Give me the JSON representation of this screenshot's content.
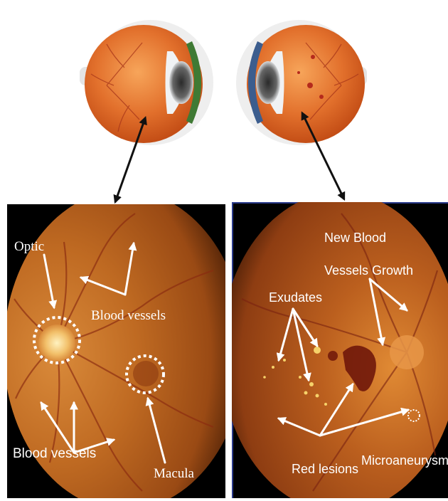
{
  "labels": {
    "optic": "Optic",
    "blood_vessels_top": "Blood vessels",
    "blood_vessels_bottom": "Blood vessels",
    "macula": "Macula",
    "new_blood_line1": "New Blood",
    "new_blood_line2": "Vessels Growth",
    "exudates": "Exudates",
    "red_lesions": "Red lesions",
    "microaneurysms": "Microaneurysms"
  },
  "colors": {
    "fundus_normal": "#c06a1e",
    "fundus_diseased": "#b8561a",
    "eyeball": "#e2702c",
    "iris_left": "#3f7a34",
    "iris_right": "#3c5d8e",
    "panel_border_right": "#2b3b8c"
  }
}
